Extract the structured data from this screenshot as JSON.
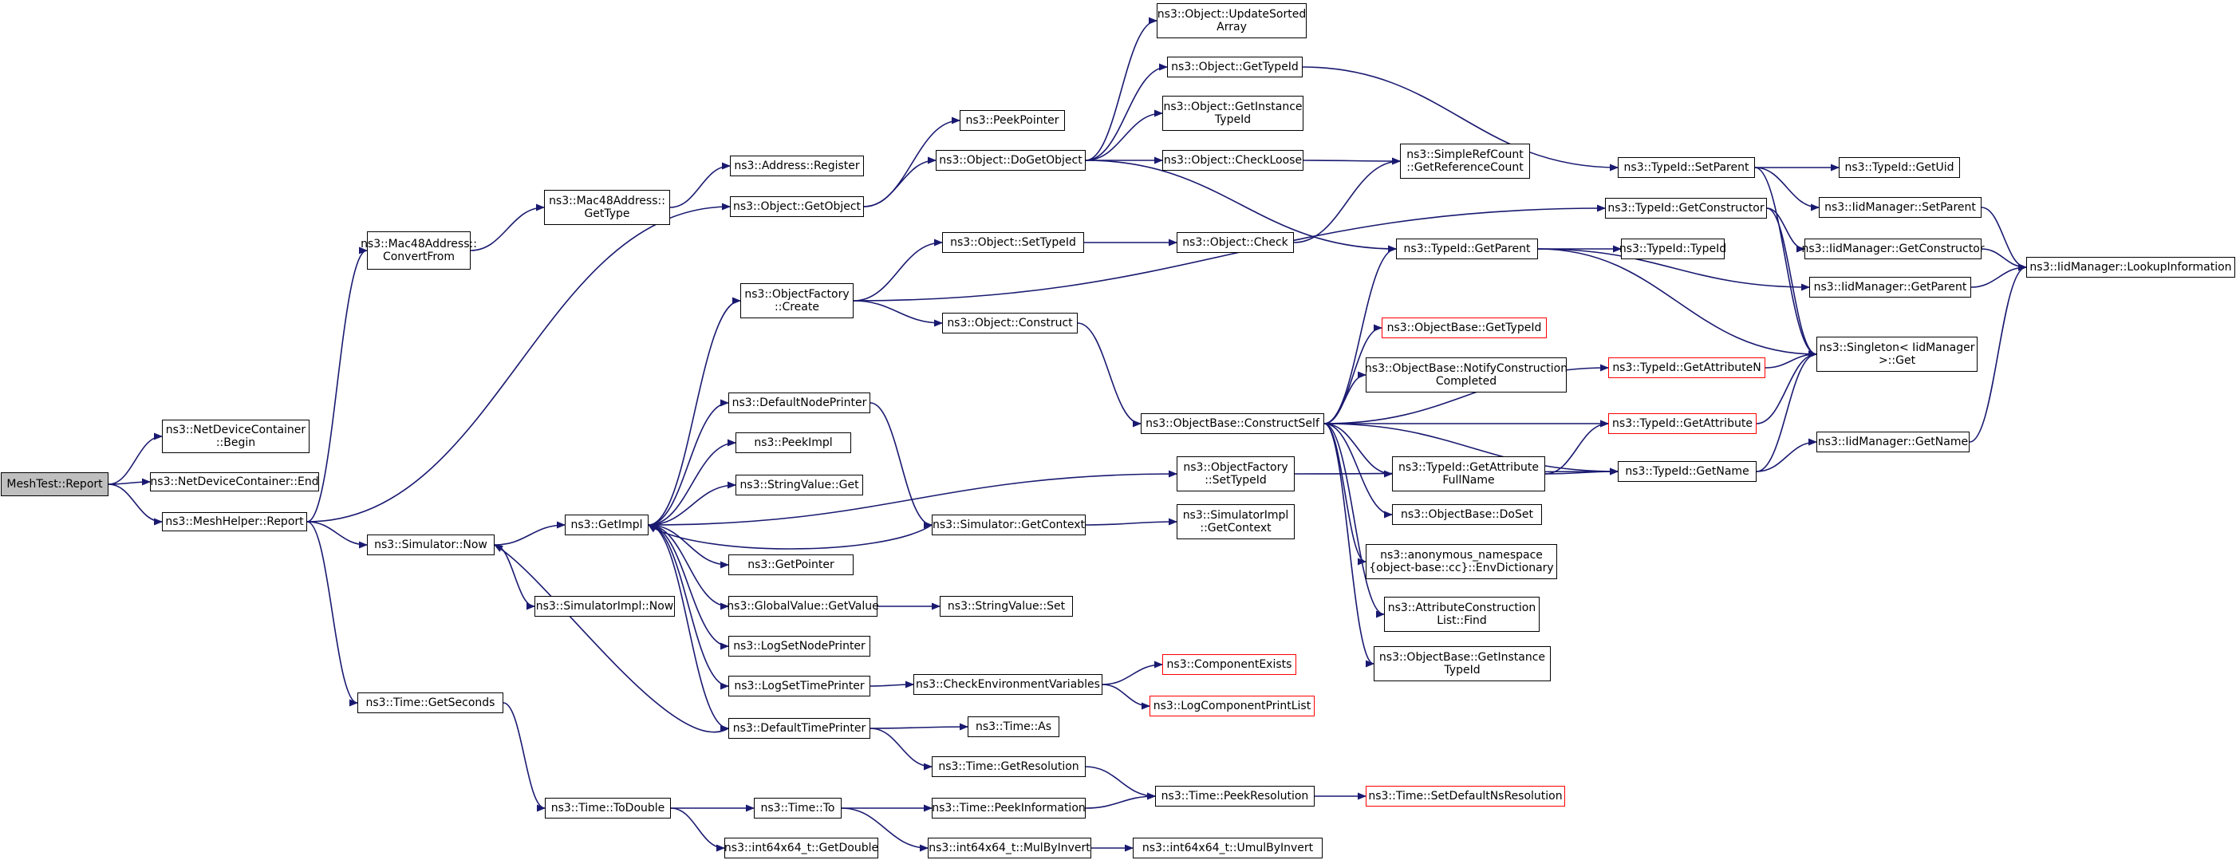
{
  "colors": {
    "edge": "#191970",
    "node_border": "#000000",
    "root_fill": "#bfbfbf",
    "truncated_border": "#ff0000"
  },
  "nodes": [
    {
      "id": "root",
      "lines": [
        "MeshTest::Report"
      ]
    },
    {
      "id": "ndc_begin",
      "lines": [
        "ns3::NetDeviceContainer",
        "::Begin"
      ]
    },
    {
      "id": "ndc_end",
      "lines": [
        "ns3::NetDeviceContainer::End"
      ]
    },
    {
      "id": "meshhelper_report",
      "lines": [
        "ns3::MeshHelper::Report"
      ]
    },
    {
      "id": "mac48_convertfrom",
      "lines": [
        "ns3::Mac48Address::",
        "ConvertFrom"
      ]
    },
    {
      "id": "mac48_gettype",
      "lines": [
        "ns3::Mac48Address::",
        "GetType"
      ]
    },
    {
      "id": "address_register",
      "lines": [
        "ns3::Address::Register"
      ]
    },
    {
      "id": "object_getobject",
      "lines": [
        "ns3::Object::GetObject"
      ]
    },
    {
      "id": "peekpointer",
      "lines": [
        "ns3::PeekPointer"
      ]
    },
    {
      "id": "object_dogetobject",
      "lines": [
        "ns3::Object::DoGetObject"
      ]
    },
    {
      "id": "object_updatesorted",
      "lines": [
        "ns3::Object::UpdateSorted",
        "Array"
      ]
    },
    {
      "id": "object_gettypeid",
      "lines": [
        "ns3::Object::GetTypeId"
      ]
    },
    {
      "id": "object_getinstance",
      "lines": [
        "ns3::Object::GetInstance",
        "TypeId"
      ]
    },
    {
      "id": "object_checkloose",
      "lines": [
        "ns3::Object::CheckLoose"
      ]
    },
    {
      "id": "simplerefcount",
      "lines": [
        "ns3::SimpleRefCount",
        "::GetReferenceCount"
      ]
    },
    {
      "id": "typeid_setparent",
      "lines": [
        "ns3::TypeId::SetParent"
      ]
    },
    {
      "id": "typeid_getuid",
      "lines": [
        "ns3::TypeId::GetUid"
      ]
    },
    {
      "id": "iid_setparent",
      "lines": [
        "ns3::IidManager::SetParent"
      ]
    },
    {
      "id": "typeid_getconstructor",
      "lines": [
        "ns3::TypeId::GetConstructor"
      ]
    },
    {
      "id": "iid_getconstructor",
      "lines": [
        "ns3::IidManager::GetConstructor"
      ]
    },
    {
      "id": "iid_lookupinfo",
      "lines": [
        "ns3::IidManager::LookupInformation"
      ]
    },
    {
      "id": "objfactory_create",
      "lines": [
        "ns3::ObjectFactory",
        "::Create"
      ]
    },
    {
      "id": "object_settypeid",
      "lines": [
        "ns3::Object::SetTypeId"
      ]
    },
    {
      "id": "object_check",
      "lines": [
        "ns3::Object::Check"
      ]
    },
    {
      "id": "typeid_getparent",
      "lines": [
        "ns3::TypeId::GetParent"
      ]
    },
    {
      "id": "typeid_typeid",
      "lines": [
        "ns3::TypeId::TypeId"
      ]
    },
    {
      "id": "iid_getparent",
      "lines": [
        "ns3::IidManager::GetParent"
      ]
    },
    {
      "id": "object_construct",
      "lines": [
        "ns3::Object::Construct"
      ]
    },
    {
      "id": "objectbase_gettypeid",
      "lines": [
        "ns3::ObjectBase::GetTypeId"
      ],
      "red": true
    },
    {
      "id": "typeid_getattributen",
      "lines": [
        "ns3::TypeId::GetAttributeN"
      ],
      "red": true
    },
    {
      "id": "singleton_get",
      "lines": [
        "ns3::Singleton< IidManager",
        ">::Get"
      ]
    },
    {
      "id": "defaultnodeprinter",
      "lines": [
        "ns3::DefaultNodePrinter"
      ]
    },
    {
      "id": "objectbase_notify",
      "lines": [
        "ns3::ObjectBase::NotifyConstruction",
        "Completed"
      ]
    },
    {
      "id": "objectbase_constructself",
      "lines": [
        "ns3::ObjectBase::ConstructSelf"
      ]
    },
    {
      "id": "typeid_getattribute",
      "lines": [
        "ns3::TypeId::GetAttribute"
      ],
      "red": true
    },
    {
      "id": "peekimpl",
      "lines": [
        "ns3::PeekImpl"
      ]
    },
    {
      "id": "objfactory_settypeid",
      "lines": [
        "ns3::ObjectFactory",
        "::SetTypeId"
      ]
    },
    {
      "id": "typeid_getattrfullname",
      "lines": [
        "ns3::TypeId::GetAttribute",
        "FullName"
      ]
    },
    {
      "id": "typeid_getname",
      "lines": [
        "ns3::TypeId::GetName"
      ]
    },
    {
      "id": "iid_getname",
      "lines": [
        "ns3::IidManager::GetName"
      ]
    },
    {
      "id": "stringvalue_get",
      "lines": [
        "ns3::StringValue::Get"
      ]
    },
    {
      "id": "simulator_getcontext",
      "lines": [
        "ns3::Simulator::GetContext"
      ]
    },
    {
      "id": "simimpl_getcontext",
      "lines": [
        "ns3::SimulatorImpl",
        "::GetContext"
      ]
    },
    {
      "id": "objectbase_doset",
      "lines": [
        "ns3::ObjectBase::DoSet"
      ]
    },
    {
      "id": "getimpl",
      "lines": [
        "ns3::GetImpl"
      ]
    },
    {
      "id": "simulator_now",
      "lines": [
        "ns3::Simulator::Now"
      ]
    },
    {
      "id": "anon_envdict",
      "lines": [
        "ns3::anonymous_namespace",
        "{object-base::cc}::EnvDictionary"
      ]
    },
    {
      "id": "getpointer",
      "lines": [
        "ns3::GetPointer"
      ]
    },
    {
      "id": "simimpl_now",
      "lines": [
        "ns3::SimulatorImpl::Now"
      ]
    },
    {
      "id": "globalvalue_getvalue",
      "lines": [
        "ns3::GlobalValue::GetValue"
      ]
    },
    {
      "id": "stringvalue_set",
      "lines": [
        "ns3::StringValue::Set"
      ]
    },
    {
      "id": "attrconstlist_find",
      "lines": [
        "ns3::AttributeConstruction",
        "List::Find"
      ]
    },
    {
      "id": "logsetnodeprinter",
      "lines": [
        "ns3::LogSetNodePrinter"
      ]
    },
    {
      "id": "objectbase_getinstance",
      "lines": [
        "ns3::ObjectBase::GetInstance",
        "TypeId"
      ]
    },
    {
      "id": "componentexists",
      "lines": [
        "ns3::ComponentExists"
      ],
      "red": true
    },
    {
      "id": "logsettimeprinter",
      "lines": [
        "ns3::LogSetTimePrinter"
      ]
    },
    {
      "id": "checkenvvars",
      "lines": [
        "ns3::CheckEnvironmentVariables"
      ]
    },
    {
      "id": "time_getseconds",
      "lines": [
        "ns3::Time::GetSeconds"
      ]
    },
    {
      "id": "logcomponentprintlist",
      "lines": [
        "ns3::LogComponentPrintList"
      ],
      "red": true
    },
    {
      "id": "defaulttimeprinter",
      "lines": [
        "ns3::DefaultTimePrinter"
      ]
    },
    {
      "id": "time_as",
      "lines": [
        "ns3::Time::As"
      ]
    },
    {
      "id": "time_getresolution",
      "lines": [
        "ns3::Time::GetResolution"
      ]
    },
    {
      "id": "time_peekresolution",
      "lines": [
        "ns3::Time::PeekResolution"
      ]
    },
    {
      "id": "time_setdefaultns",
      "lines": [
        "ns3::Time::SetDefaultNsResolution"
      ],
      "red": true
    },
    {
      "id": "time_todouble",
      "lines": [
        "ns3::Time::ToDouble"
      ]
    },
    {
      "id": "time_to",
      "lines": [
        "ns3::Time::To"
      ]
    },
    {
      "id": "time_peekinfo",
      "lines": [
        "ns3::Time::PeekInformation"
      ]
    },
    {
      "id": "int64_getdouble",
      "lines": [
        "ns3::int64x64_t::GetDouble"
      ]
    },
    {
      "id": "int64_mulbyinvert",
      "lines": [
        "ns3::int64x64_t::MulByInvert"
      ]
    },
    {
      "id": "int64_umulbyinvert",
      "lines": [
        "ns3::int64x64_t::UmulByInvert"
      ]
    }
  ],
  "edges": [
    [
      "root",
      "ndc_begin"
    ],
    [
      "root",
      "ndc_end"
    ],
    [
      "root",
      "meshhelper_report"
    ],
    [
      "meshhelper_report",
      "mac48_convertfrom"
    ],
    [
      "meshhelper_report",
      "object_getobject"
    ],
    [
      "meshhelper_report",
      "simulator_now"
    ],
    [
      "meshhelper_report",
      "time_getseconds"
    ],
    [
      "mac48_convertfrom",
      "mac48_gettype"
    ],
    [
      "mac48_gettype",
      "address_register"
    ],
    [
      "object_getobject",
      "peekpointer"
    ],
    [
      "object_getobject",
      "object_dogetobject"
    ],
    [
      "object_dogetobject",
      "object_updatesorted"
    ],
    [
      "object_dogetobject",
      "object_gettypeid"
    ],
    [
      "object_dogetobject",
      "object_getinstance"
    ],
    [
      "object_dogetobject",
      "object_checkloose"
    ],
    [
      "object_dogetobject",
      "typeid_getparent"
    ],
    [
      "object_checkloose",
      "simplerefcount"
    ],
    [
      "object_gettypeid",
      "typeid_setparent"
    ],
    [
      "typeid_setparent",
      "typeid_getuid"
    ],
    [
      "typeid_setparent",
      "iid_setparent"
    ],
    [
      "typeid_setparent",
      "singleton_get"
    ],
    [
      "iid_setparent",
      "iid_lookupinfo"
    ],
    [
      "typeid_getconstructor",
      "iid_getconstructor"
    ],
    [
      "typeid_getconstructor",
      "singleton_get"
    ],
    [
      "iid_getconstructor",
      "iid_lookupinfo"
    ],
    [
      "objfactory_create",
      "object_settypeid"
    ],
    [
      "objfactory_create",
      "typeid_getconstructor"
    ],
    [
      "objfactory_create",
      "object_construct"
    ],
    [
      "object_settypeid",
      "object_check"
    ],
    [
      "object_check",
      "simplerefcount"
    ],
    [
      "typeid_getparent",
      "typeid_typeid"
    ],
    [
      "typeid_getparent",
      "iid_getparent"
    ],
    [
      "typeid_getparent",
      "singleton_get"
    ],
    [
      "iid_getparent",
      "iid_lookupinfo"
    ],
    [
      "object_construct",
      "objectbase_constructself"
    ],
    [
      "objectbase_constructself",
      "typeid_getparent"
    ],
    [
      "objectbase_constructself",
      "objectbase_gettypeid"
    ],
    [
      "objectbase_constructself",
      "typeid_getattributen"
    ],
    [
      "objectbase_constructself",
      "objectbase_notify"
    ],
    [
      "objectbase_constructself",
      "typeid_getattribute"
    ],
    [
      "objectbase_constructself",
      "typeid_getattrfullname"
    ],
    [
      "objectbase_constructself",
      "objectbase_doset"
    ],
    [
      "objectbase_constructself",
      "anon_envdict"
    ],
    [
      "objectbase_constructself",
      "attrconstlist_find"
    ],
    [
      "objectbase_constructself",
      "objectbase_getinstance"
    ],
    [
      "objectbase_constructself",
      "typeid_getname"
    ],
    [
      "typeid_getattributen",
      "singleton_get"
    ],
    [
      "typeid_getattribute",
      "singleton_get"
    ],
    [
      "typeid_getattrfullname",
      "typeid_getattribute"
    ],
    [
      "typeid_getattrfullname",
      "typeid_getname"
    ],
    [
      "typeid_getname",
      "singleton_get"
    ],
    [
      "typeid_getname",
      "iid_getname"
    ],
    [
      "iid_getname",
      "iid_lookupinfo"
    ],
    [
      "objfactory_settypeid",
      "typeid_getname"
    ],
    [
      "simulator_now",
      "getimpl"
    ],
    [
      "simulator_now",
      "simimpl_now"
    ],
    [
      "getimpl",
      "objfactory_create"
    ],
    [
      "getimpl",
      "defaultnodeprinter"
    ],
    [
      "getimpl",
      "peekimpl"
    ],
    [
      "getimpl",
      "stringvalue_get"
    ],
    [
      "getimpl",
      "getpointer"
    ],
    [
      "getimpl",
      "globalvalue_getvalue"
    ],
    [
      "getimpl",
      "logsetnodeprinter"
    ],
    [
      "getimpl",
      "logsettimeprinter"
    ],
    [
      "getimpl",
      "defaulttimeprinter"
    ],
    [
      "getimpl",
      "objfactory_settypeid"
    ],
    [
      "defaultnodeprinter",
      "simulator_getcontext"
    ],
    [
      "simulator_getcontext",
      "getimpl"
    ],
    [
      "simulator_getcontext",
      "simimpl_getcontext"
    ],
    [
      "globalvalue_getvalue",
      "stringvalue_set"
    ],
    [
      "logsettimeprinter",
      "checkenvvars"
    ],
    [
      "checkenvvars",
      "componentexists"
    ],
    [
      "checkenvvars",
      "logcomponentprintlist"
    ],
    [
      "defaulttimeprinter",
      "simulator_now"
    ],
    [
      "defaulttimeprinter",
      "time_as"
    ],
    [
      "defaulttimeprinter",
      "time_getresolution"
    ],
    [
      "time_getresolution",
      "time_peekresolution"
    ],
    [
      "time_peekresolution",
      "time_setdefaultns"
    ],
    [
      "time_getseconds",
      "time_todouble"
    ],
    [
      "time_todouble",
      "time_to"
    ],
    [
      "time_todouble",
      "int64_getdouble"
    ],
    [
      "time_to",
      "time_peekinfo"
    ],
    [
      "time_to",
      "int64_mulbyinvert"
    ],
    [
      "time_peekinfo",
      "time_peekresolution"
    ],
    [
      "int64_mulbyinvert",
      "int64_umulbyinvert"
    ]
  ]
}
